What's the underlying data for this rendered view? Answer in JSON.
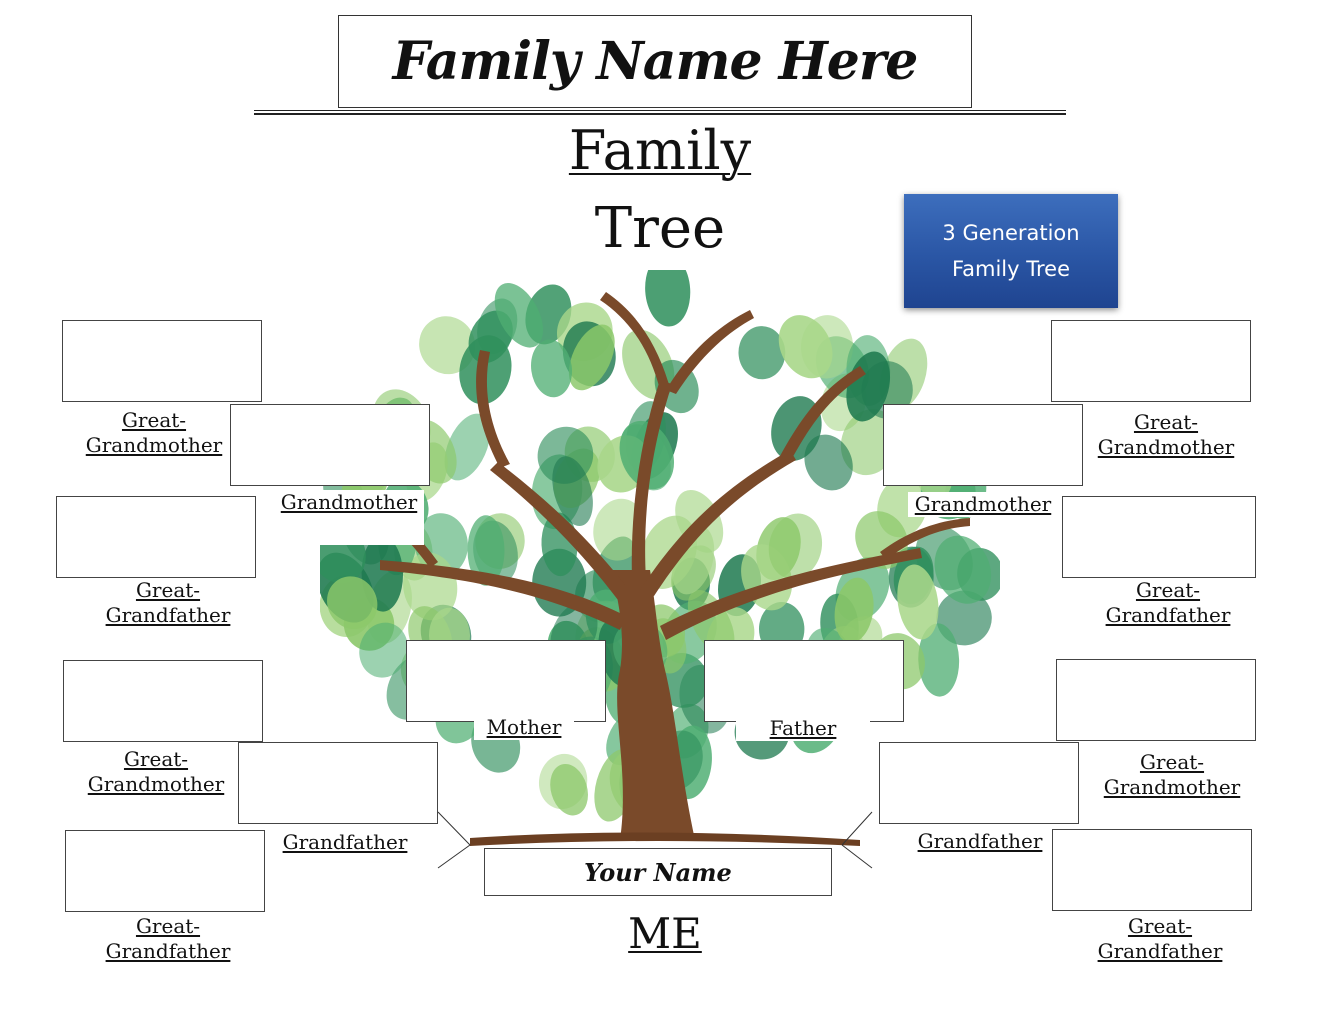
{
  "header": {
    "family_name": "Family Name Here",
    "title_line1": "Family",
    "title_line2": "Tree"
  },
  "badge": {
    "line1": "3 Generation",
    "line2": "Family Tree"
  },
  "left": {
    "great_grandmother_1": [
      "Great-",
      "Grandmother"
    ],
    "grandmother": "Grandmother",
    "great_grandfather_1": [
      "Great-",
      "Grandfather"
    ],
    "great_grandmother_2": [
      "Great-",
      "Grandmother"
    ],
    "grandfather": "Grandfather",
    "great_grandfather_2": [
      "Great-",
      "Grandfather"
    ]
  },
  "right": {
    "great_grandmother_1": [
      "Great-",
      "Grandmother"
    ],
    "grandmother": "Grandmother",
    "great_grandfather_1": [
      "Great-",
      "Grandfather"
    ],
    "great_grandmother_2": [
      "Great-",
      "Grandmother"
    ],
    "grandfather": "Grandfather",
    "great_grandfather_2": [
      "Great-",
      "Grandfather"
    ]
  },
  "parents": {
    "mother": "Mother",
    "father": "Father"
  },
  "me": {
    "your_name": "Your Name",
    "label": "ME"
  },
  "colors": {
    "badge_blue": "#2a56a5",
    "trunk_brown": "#7a4a2a",
    "leaf_greens": [
      "#2f8f5c",
      "#4fae72",
      "#8cc86a",
      "#a9d78a",
      "#1f7a50"
    ]
  }
}
